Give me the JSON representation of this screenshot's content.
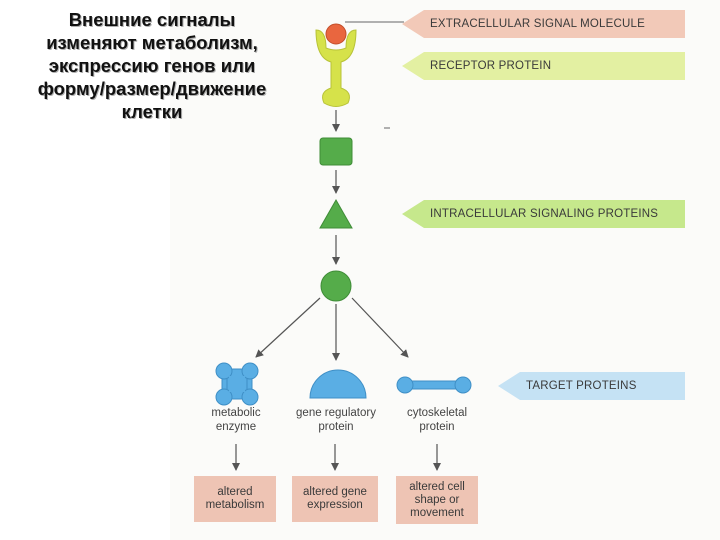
{
  "title_lines": [
    "Внешние сигналы",
    "изменяют метаболизм,",
    "экспрессию генов или",
    "форму/размер/движение",
    "клетки"
  ],
  "banners": {
    "extracellular": "EXTRACELLULAR SIGNAL MOLECULE",
    "receptor": "RECEPTOR PROTEIN",
    "intracellular": "INTRACELLULAR SIGNALING PROTEINS",
    "target": "TARGET PROTEINS"
  },
  "targets": {
    "metabolic": "metabolic\nenzyme",
    "gene": "gene regulatory\nprotein",
    "cytoskeletal": "cytoskeletal\nprotein"
  },
  "outcomes": {
    "metabolism": "altered\nmetabolism",
    "gene": "altered gene\nexpression",
    "shape": "altered cell\nshape or\nmovement"
  },
  "colors": {
    "signal": "#e9663f",
    "receptor": "#d6e24a",
    "intracellular": "#55ac4a",
    "target": "#5aaee4",
    "outcome_box": "#eec4b4"
  }
}
